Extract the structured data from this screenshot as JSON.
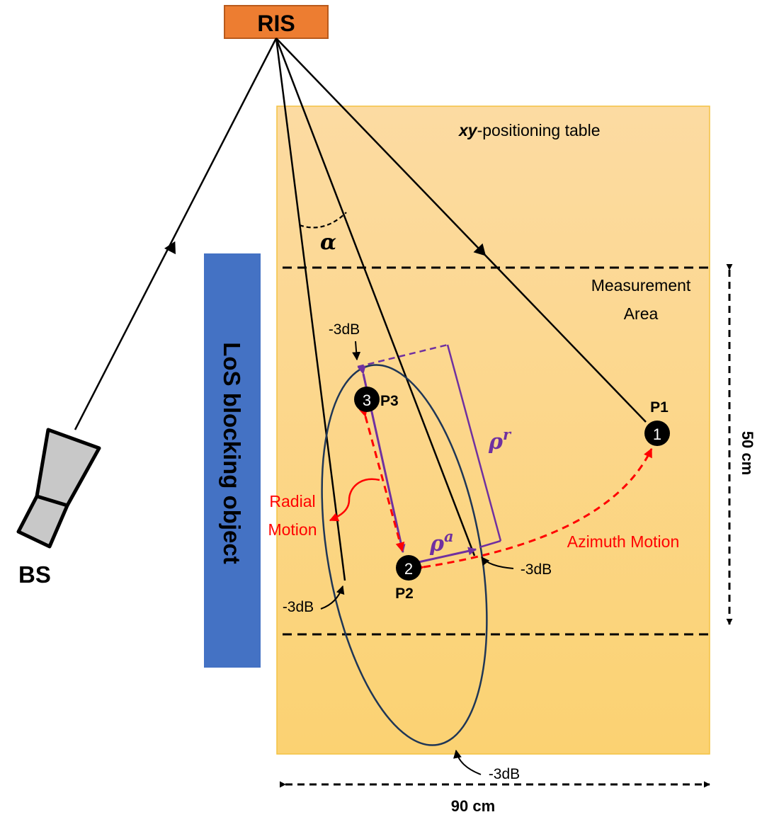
{
  "ris": {
    "label": "RIS"
  },
  "bs": {
    "label": "BS"
  },
  "blocker": {
    "label": "LoS blocking object"
  },
  "table": {
    "label_bold": "xy",
    "label_rest": "-positioning table"
  },
  "measurement_area": {
    "line1": "Measurement",
    "line2": "Area"
  },
  "dimensions": {
    "height": "50 cm",
    "width": "90 cm"
  },
  "angle": {
    "symbol": "α"
  },
  "points": {
    "p1": {
      "number": "1",
      "label": "P1"
    },
    "p2": {
      "number": "2",
      "label": "P2"
    },
    "p3": {
      "number": "3",
      "label": "P3"
    }
  },
  "rho_r": {
    "base": "ρ",
    "sup": "r"
  },
  "rho_a": {
    "base": "ρ",
    "sup": "a"
  },
  "motions": {
    "radial_line1": "Radial",
    "radial_line2": "Motion",
    "azimuth": "Azimuth Motion"
  },
  "db_labels": {
    "top": "-3dB",
    "right": "-3dB",
    "left": "-3dB",
    "bottom": "-3dB"
  },
  "colors": {
    "ris_fill": "#ED7D31",
    "ris_stroke": "#B85A1C",
    "table_fill_top": "#FCDBA2",
    "table_fill_bottom": "#FBD272",
    "table_border": "#F4C242",
    "blocker": "#4472C4",
    "purple": "#7030A0",
    "red": "#FF0000",
    "ellipse": "#1F3656",
    "bs_body": "#C8C8C8"
  }
}
